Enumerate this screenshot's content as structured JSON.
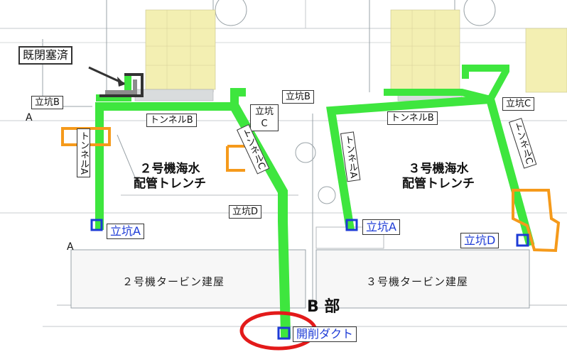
{
  "labels": {
    "closed": "既閉塞済",
    "u2_shaft_b": "立坑B",
    "u2_shaft_b2": "立坑B",
    "u2_tunnel_b": "トンネルB",
    "u2_shaft_c": "立坑\nC",
    "u2_tunnel_a": "トンネルA",
    "u2_tunnel_c": "トンネルC",
    "u2_trench": "２号機海水\n配管トレンチ",
    "u2_shaft_d": "立坑D",
    "u2_shaft_a": "立坑A",
    "u2_building": "２号機タービン建屋",
    "section_b": "B 部",
    "duct": "開削ダクト",
    "u3_tunnel_b": "トンネルB",
    "u3_shaft_c": "立坑C",
    "u3_tunnel_a": "トンネルA",
    "u3_tunnel_c": "トンネルC",
    "u3_trench": "３号機海水\n配管トレンチ",
    "u3_shaft_a": "立坑A",
    "u3_shaft_d": "立坑D",
    "u3_building": "３号機タービン建屋",
    "section_a_top": "A",
    "section_a_bottom": "A"
  },
  "colors": {
    "trench_green": "#3ee63e",
    "shaft_blue": "#1d3bd6",
    "highlight_orange": "#f59a1b",
    "section_red": "#e31a1a",
    "equipment_yellow": "#f3efb2"
  }
}
